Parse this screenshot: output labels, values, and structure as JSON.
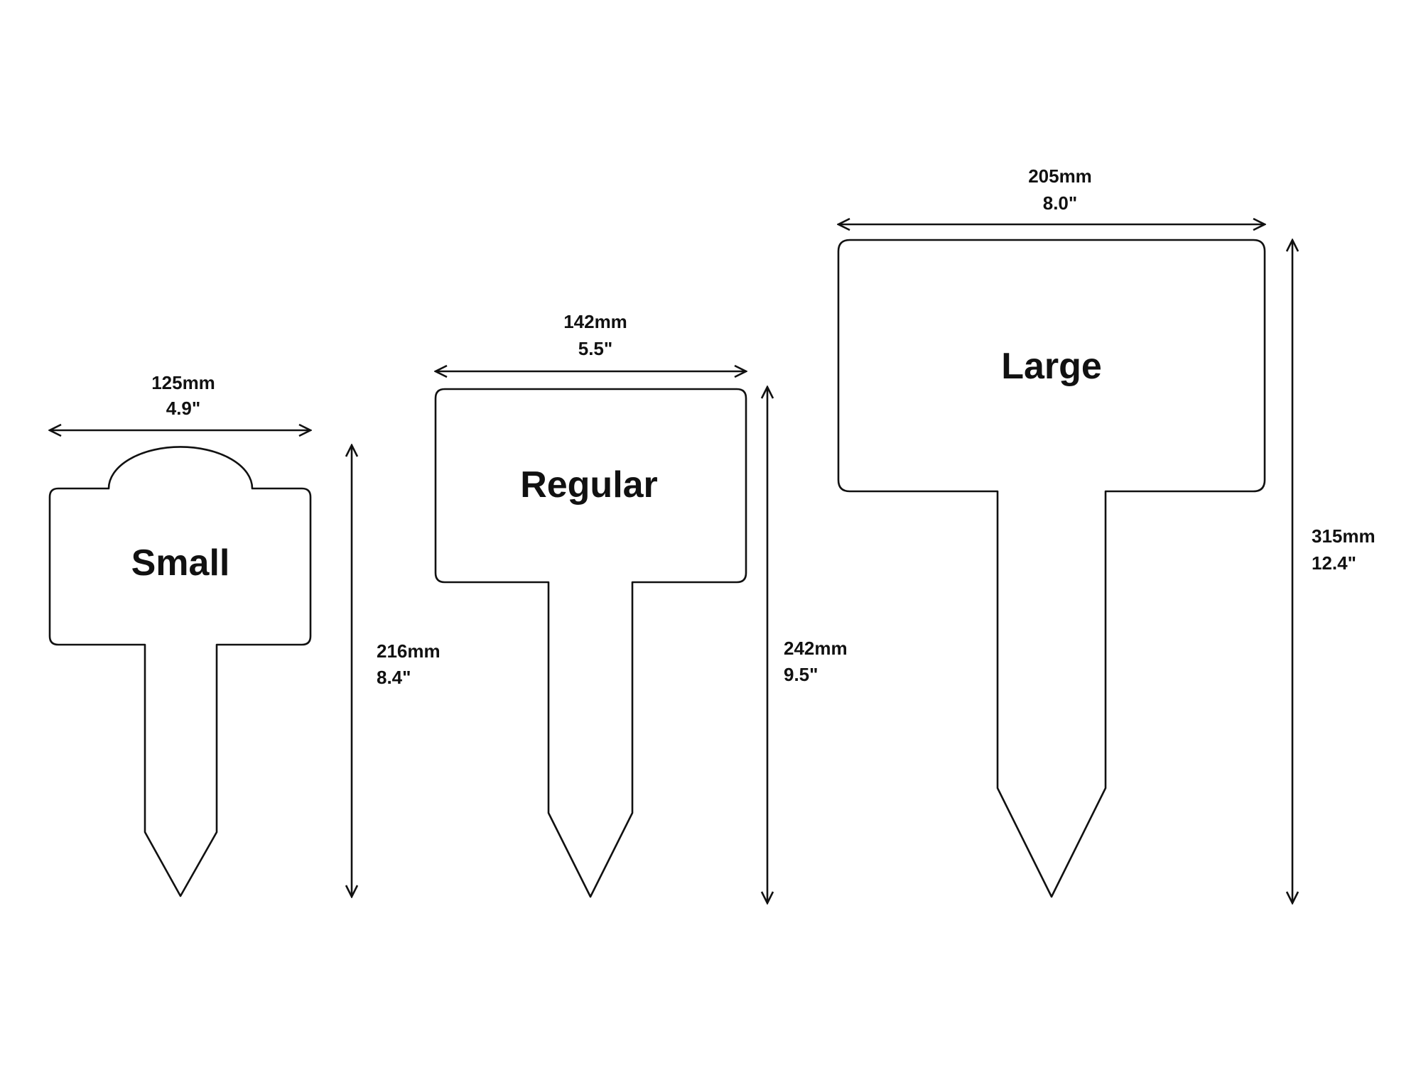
{
  "colors": {
    "background": "#ffffff",
    "ink": "#111111"
  },
  "markers": [
    {
      "key": "small",
      "name": "Small",
      "width_mm": "125mm",
      "width_in": "4.9\"",
      "height_mm": "216mm",
      "height_in": "8.4\""
    },
    {
      "key": "regular",
      "name": "Regular",
      "width_mm": "142mm",
      "width_in": "5.5\"",
      "height_mm": "242mm",
      "height_in": "9.5\""
    },
    {
      "key": "large",
      "name": "Large",
      "width_mm": "205mm",
      "width_in": "8.0\"",
      "height_mm": "315mm",
      "height_in": "12.4\""
    }
  ]
}
